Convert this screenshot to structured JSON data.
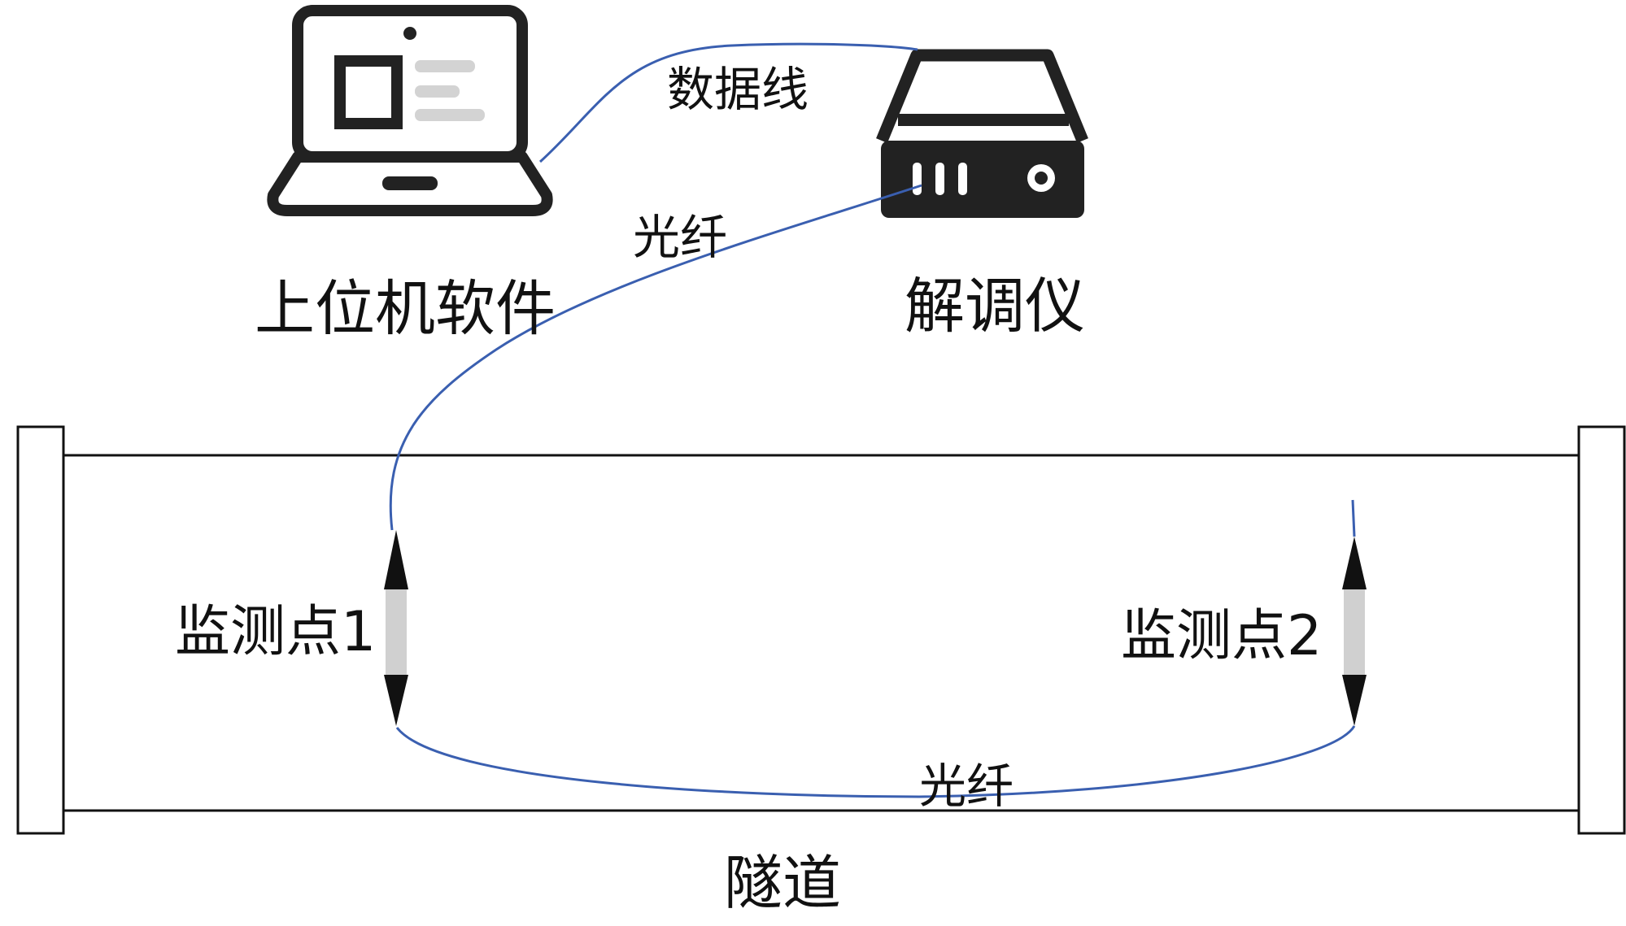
{
  "labels": {
    "host_software": "上位机软件",
    "demodulator": "解调仪",
    "data_cable": "数据线",
    "fiber_upper": "光纤",
    "fiber_lower": "光纤",
    "monitor_point_1": "监测点1",
    "monitor_point_2": "监测点2",
    "tunnel": "隧道"
  },
  "colors": {
    "fiber_line": "#3a5fb0",
    "device_stroke": "#222222",
    "laptop_accent": "#d3d3d3",
    "sensor_body": "#d0d0d0",
    "tunnel_outline": "#111111"
  },
  "icons": {
    "laptop": "laptop-icon",
    "demodulator": "server-device-icon",
    "sensor": "sensor-arrow-icon"
  }
}
